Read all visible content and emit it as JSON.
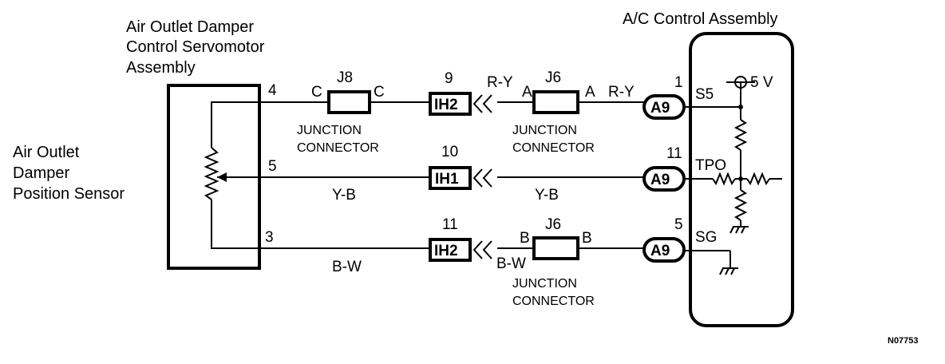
{
  "labels": {
    "servo_title": [
      "Air Outlet Damper",
      "Control Servomotor",
      "Assembly"
    ],
    "sensor_title": [
      "Air Outlet",
      "Damper",
      "Position Sensor"
    ],
    "ac_title": "A/C Control Assembly",
    "figure_id": "N07753"
  },
  "servo_pins": {
    "p4": "4",
    "p5": "5",
    "p3": "3"
  },
  "wire_colors": {
    "ry": "R-Y",
    "yb": "Y-B",
    "bw": "B-W"
  },
  "junctions": {
    "j8": {
      "name": "J8",
      "left_pin": "C",
      "right_pin": "C",
      "caption": [
        "JUNCTION",
        "CONNECTOR"
      ]
    },
    "j6_top": {
      "name": "J6",
      "left_pin": "A",
      "right_pin": "A",
      "caption": [
        "JUNCTION",
        "CONNECTOR"
      ]
    },
    "j6_bottom": {
      "name": "J6",
      "left_pin": "B",
      "right_pin": "B",
      "caption": [
        "JUNCTION",
        "CONNECTOR"
      ]
    }
  },
  "connectors": [
    {
      "name": "IH2",
      "pin": "9"
    },
    {
      "name": "IH1",
      "pin": "10"
    },
    {
      "name": "IH2",
      "pin": "11"
    }
  ],
  "a9_connectors": [
    {
      "name": "A9",
      "pin": "1",
      "terminal": "S5"
    },
    {
      "name": "A9",
      "pin": "11",
      "terminal": "TPO"
    },
    {
      "name": "A9",
      "pin": "5",
      "terminal": "SG"
    }
  ],
  "supply": "5 V"
}
